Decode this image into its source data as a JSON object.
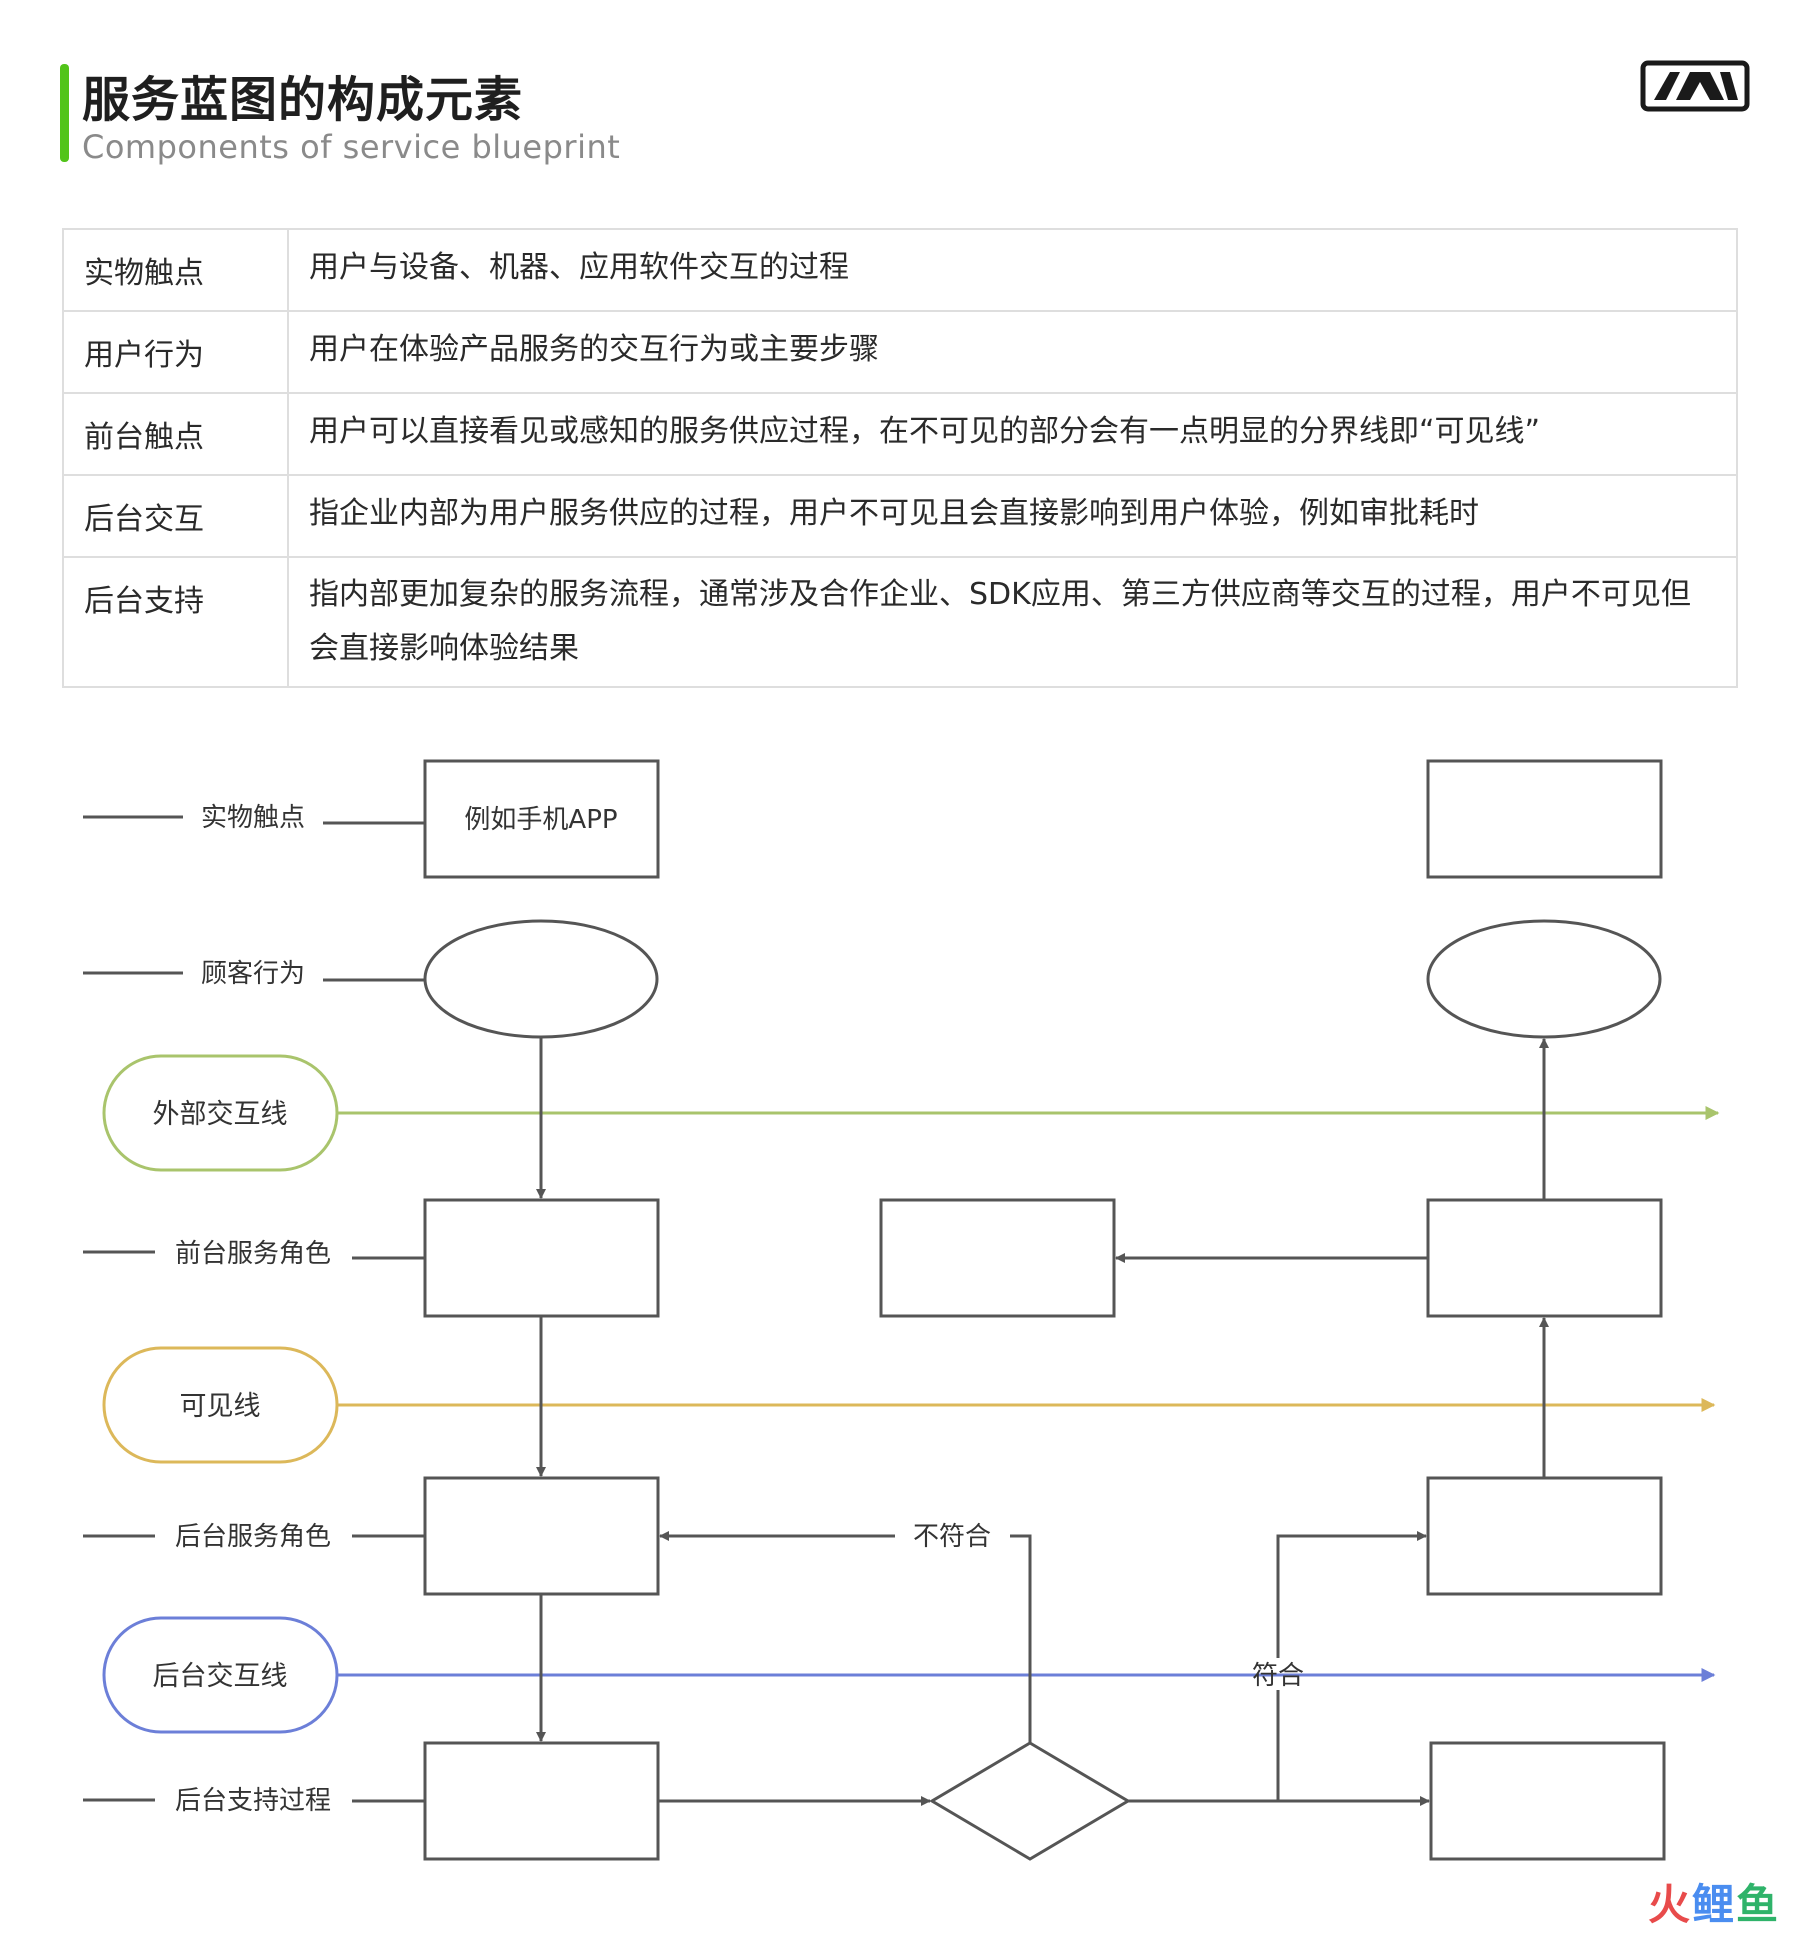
{
  "header": {
    "title": "服务蓝图的构成元素",
    "subtitle": "Components of service blueprint"
  },
  "definitions": [
    {
      "term": "实物触点",
      "desc": "用户与设备、机器、应用软件交互的过程"
    },
    {
      "term": "用户行为",
      "desc": "用户在体验产品服务的交互行为或主要步骤"
    },
    {
      "term": "前台触点",
      "desc": "用户可以直接看见或感知的服务供应过程，在不可见的部分会有一点明显的分界线即“可见线”"
    },
    {
      "term": "后台交互",
      "desc": "指企业内部为用户服务供应的过程，用户不可见且会直接影响到用户体验，例如审批耗时"
    },
    {
      "term": "后台支持",
      "desc": "指内部更加复杂的服务流程，通常涉及合作企业、SDK应用、第三方供应商等交互的过程，用户不可见但会直接影响体验结果"
    }
  ],
  "diagram": {
    "rows": {
      "physical": "实物触点",
      "customer": "顾客行为",
      "frontstage": "前台服务角色",
      "backstage": "后台服务角色",
      "support": "后台支持过程"
    },
    "lines": {
      "external": {
        "label": "外部交互线",
        "color": "#a9c46c"
      },
      "visibility": {
        "label": "可见线",
        "color": "#dcb85a"
      },
      "internal": {
        "label": "后台交互线",
        "color": "#6c7fd8"
      }
    },
    "box_example": "例如手机APP",
    "decision": {
      "no": "不符合",
      "yes": "符合"
    },
    "stroke_color": "#555555"
  },
  "watermark": {
    "part1": "火",
    "part2": "鲤",
    "part3": "鱼"
  }
}
